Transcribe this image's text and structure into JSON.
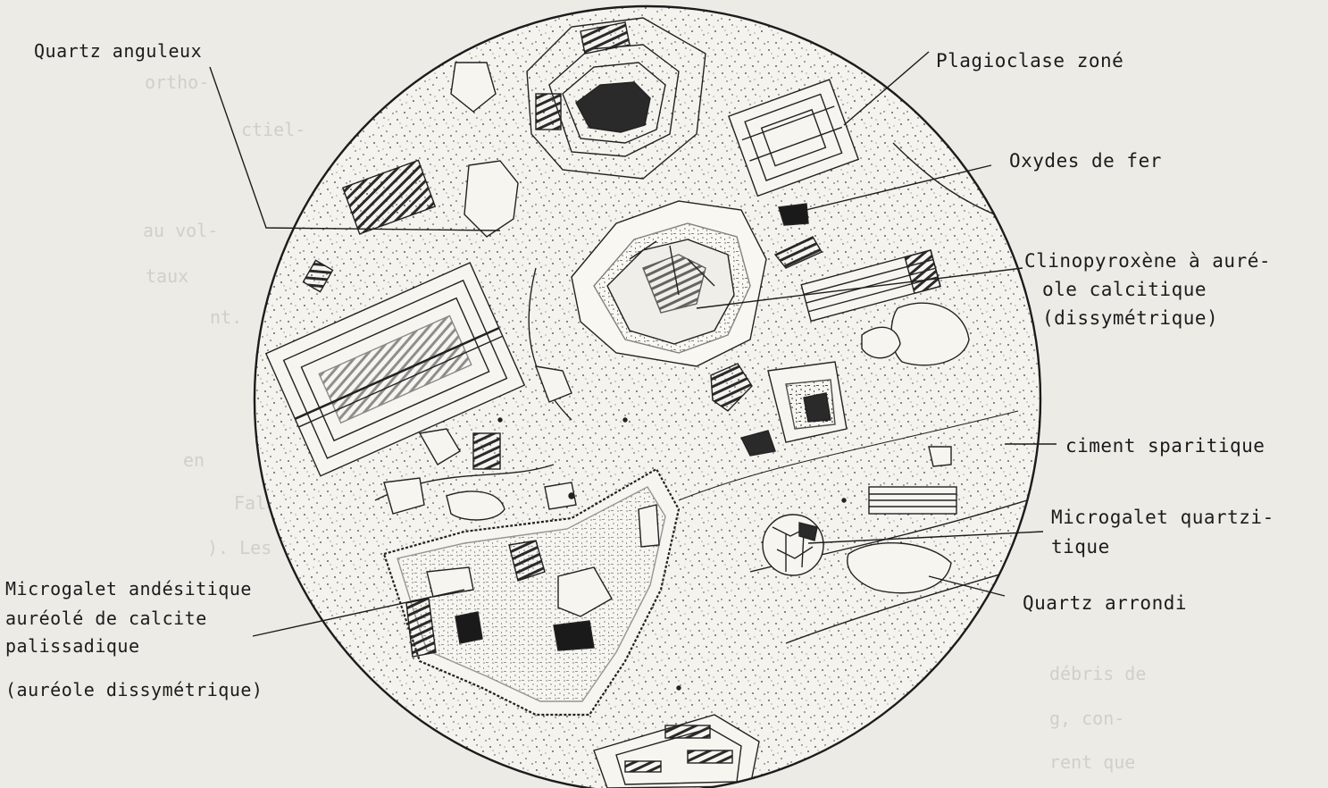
{
  "labels": {
    "quartz_anguleux": "Quartz anguleux",
    "plagioclase_zone": "Plagioclase zoné",
    "oxydes_de_fer": "Oxydes de fer",
    "clinopyroxene": [
      "Clinopyroxène à auré-",
      "ole calcitique",
      "(dissymétrique)"
    ],
    "ciment_sparitique": "ciment sparitique",
    "microgalet_quartzitique": [
      "Microgalet quartzi-",
      "tique"
    ],
    "quartz_arrondi": "Quartz arrondi",
    "microgalet_andesitique": [
      "Microgalet andésitique",
      "auréolé de calcite",
      "palissadique"
    ],
    "aureole_dissymetrique": "(auréole dissymétrique)"
  },
  "background_text": [
    "ortho-",
    "ctiel-",
    "au vol-",
    "taux",
    "nt.",
    "en",
    "Falaisi",
    "). Les",
    "débris de",
    "g, con-",
    "rent que"
  ],
  "colors": {
    "paper": "#ecebe6",
    "ink": "#1c1c1c",
    "ghost_text": "#9a9a9a"
  }
}
